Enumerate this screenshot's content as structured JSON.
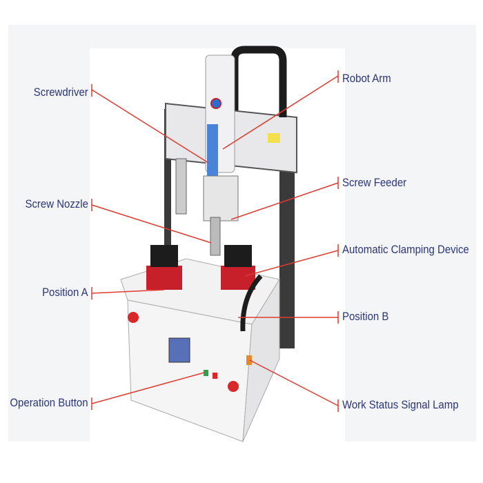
{
  "labels": {
    "screwdriver": "Screwdriver",
    "robot_arm": "Robot Arm",
    "screw_feeder": "Screw Feeder",
    "screw_nozzle": "Screw Nozzle",
    "automatic_clamping_device": "Automatic Clamping Device",
    "position_a": "Position A",
    "position_b": "Position B",
    "operation_button": "Operation Button",
    "work_status_signal_lamp": "Work Status Signal Lamp"
  },
  "colors": {
    "label": "#2b3577",
    "leader": "#e03a2f",
    "fixture": "#c8202a"
  }
}
